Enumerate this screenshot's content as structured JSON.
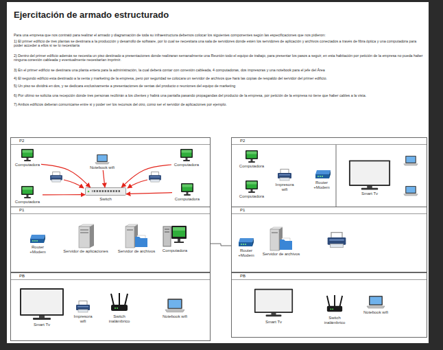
{
  "diagram": {
    "title": "Ejercitación de armado estructurado",
    "nodes": [
      {
        "text": [
          "P2"
        ]
      },
      {
        "text": [
          "Computadora"
        ],
        "in": 0
      },
      {
        "text": [
          "Notebook wifi"
        ],
        "in": 0
      },
      {
        "text": [
          "Computadora"
        ],
        "in": 0
      },
      {
        "text": [
          "Computadora"
        ],
        "in": 0
      },
      {
        "text": [
          "Computadora"
        ],
        "in": 0
      },
      {
        "text": [
          "Switch"
        ],
        "in": 0
      },
      {
        "text": [
          "P2"
        ]
      },
      {
        "text": [
          "Computadora"
        ],
        "in": 7
      },
      {
        "text": [
          "Impresora wifi"
        ],
        "in": 7
      },
      {
        "text": [
          "Router +Modem"
        ],
        "in": 7
      },
      {
        "text": [
          "Computadora"
        ],
        "in": 7
      },
      {
        "text": [
          "Smart Tv"
        ],
        "in": 7
      },
      {
        "text": [
          "P1"
        ]
      },
      {
        "text": [
          "Router +Modem"
        ],
        "in": 13
      },
      {
        "text": [
          "Servidor de aplicaciones"
        ],
        "in": 13
      },
      {
        "text": [
          "Servidor de archivos"
        ],
        "in": 13
      },
      {
        "text": [
          "Computadora"
        ],
        "in": 13
      },
      {
        "text": [
          "P1"
        ]
      },
      {
        "text": [
          "Router +Modem"
        ],
        "in": 18
      },
      {
        "text": [
          "Servidor de archivos"
        ],
        "in": 18
      },
      {
        "text": [
          "PB"
        ]
      },
      {
        "text": [
          "Smart Tv"
        ],
        "in": 21
      },
      {
        "text": [
          "Impresora wifi"
        ],
        "in": 21
      },
      {
        "text": [
          "Switch inalámbrico"
        ],
        "in": 21
      },
      {
        "text": [
          "Notebook wifi"
        ],
        "in": 21
      },
      {
        "text": [
          "PB"
        ]
      },
      {
        "text": [
          "Smart Tv"
        ],
        "in": 26
      },
      {
        "text": [
          "Switch inalámbrico"
        ],
        "in": 26
      },
      {
        "text": [
          "Notebook wifi"
        ],
        "in": 26
      }
    ],
    "edges": [
      {
        "from": 1,
        "to": 6,
        "arrow": "to"
      },
      {
        "from": 2,
        "to": 6,
        "arrow": "to"
      },
      {
        "from": 3,
        "to": 6,
        "arrow": "to"
      },
      {
        "from": 4,
        "to": 6,
        "arrow": "to"
      },
      {
        "from": 5,
        "to": 6,
        "arrow": "to"
      },
      {
        "from": 13,
        "to": 18,
        "arrow": "none"
      }
    ],
    "labels": [
      "Para una empresa que nos contrató para realizar el armado y diagramación de toda su infraestructura debemos colocar los siguientes componentes según las especificaciones que nos pidieron:",
      "1) El primer edificio de tres plantas se destinara a la producción y desarrollo de software, por lo cual se necesitara una sala de servidores donde estén los servidores de aplicación y archivos conectados a través de fibra óptica y una computadora para poder acceder a ellos si se lo necesitaría",
      "2) Dentro del primer edificio además se necesita un piso destinado a presentaciones donde realizaran semanalmente una Reunión todo el equipo de trabajo, para presentar los pasos a seguir, en esta habitación por petición de la empresa no pueda haber ninguna conexión cableada y eventualmente necesitarían imprimir.",
      "3) En el primer edificio se destinara una planta entera para la administración, la cual deberá contar con conexión cableada, 4 computadoras, dos impresoras y una notebook para el jefe del Área",
      "4) El segundo edificio esta destinado a la venta y marketing de la empresa, pero por seguridad se colocara un servidor de archivos que hará las copias de respaldo del servidor del primer edificio.",
      "5) Un piso se dividirá en dos, y se dedicara exclusivamente a presentaciones de ventas del producto o reuniones del equipo de marketing",
      "6) Por ultimo se solicita una recepción donde tres personas recibirán a los clientes y habrá una pantalla pasando propagandas del producto de la empresa, por petición de la empresa no tiene que haber cables a la vista.",
      "7) Ambos edificios deberan comunicarse entre si y poder ver los recursos del otro, como ser el servidor de aplicaciones por ejemplo."
    ]
  }
}
